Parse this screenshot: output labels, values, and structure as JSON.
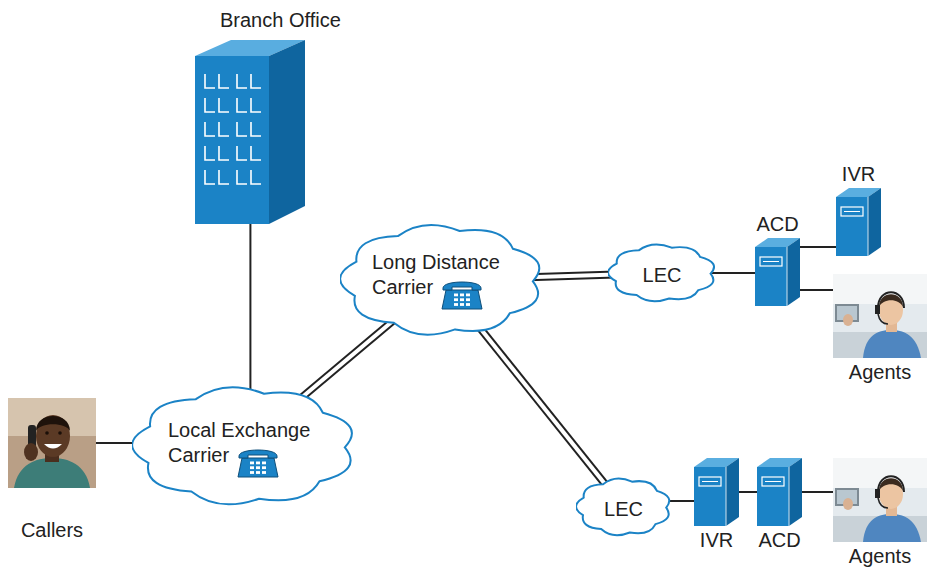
{
  "diagram": {
    "nodes": [
      {
        "text": [
          "Branch Office"
        ]
      },
      {
        "text": [
          "Long Distance Carrier"
        ]
      },
      {
        "text": [
          "IVR"
        ]
      },
      {
        "text": [
          "LEC"
        ]
      },
      {
        "text": [
          "ACD"
        ]
      },
      {
        "text": [
          "Agents"
        ]
      },
      {
        "text": [
          "Callers"
        ]
      },
      {
        "text": [
          "Local Exchange Carrier"
        ]
      },
      {
        "text": [
          "LEC"
        ]
      },
      {
        "text": [
          "IVR"
        ]
      },
      {
        "text": [
          "ACD"
        ]
      },
      {
        "text": [
          "Agents"
        ]
      }
    ],
    "edges": [
      {
        "from": 0,
        "to": 7,
        "arrow": "none"
      },
      {
        "from": 6,
        "to": 7,
        "arrow": "none"
      },
      {
        "from": 7,
        "to": 1,
        "arrow": "none"
      },
      {
        "from": 1,
        "to": 3,
        "arrow": "none"
      },
      {
        "from": 1,
        "to": 8,
        "arrow": "none"
      },
      {
        "from": 3,
        "to": 4,
        "arrow": "none"
      },
      {
        "from": 4,
        "to": 2,
        "arrow": "none"
      },
      {
        "from": 4,
        "to": 5,
        "arrow": "none"
      },
      {
        "from": 8,
        "to": 9,
        "arrow": "none"
      },
      {
        "from": 9,
        "to": 10,
        "arrow": "none"
      },
      {
        "from": 10,
        "to": 11,
        "arrow": "none"
      }
    ]
  }
}
